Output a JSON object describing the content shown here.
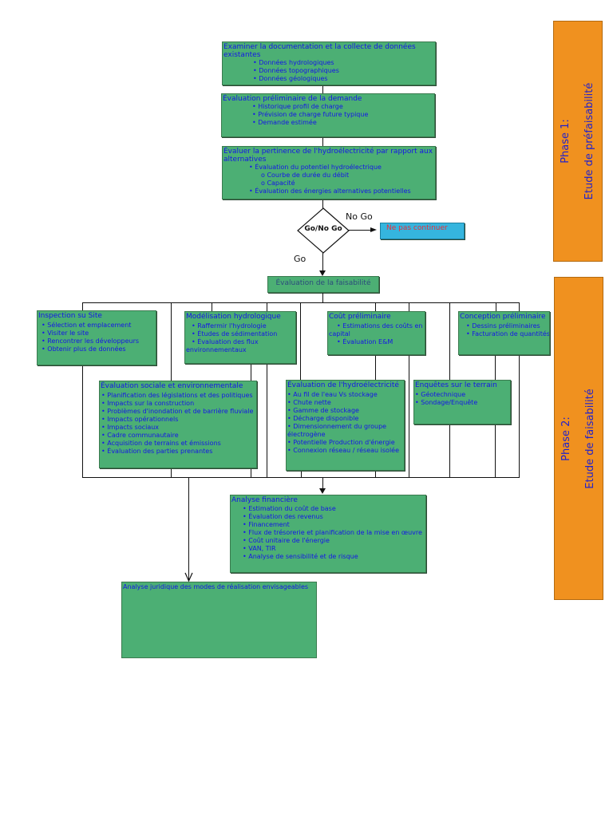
{
  "colors": {
    "box_fill": "#4caf74",
    "box_text": "#1515e8",
    "phase_fill": "#f0911f",
    "phase_text": "#2222cc",
    "stop_fill": "#35b5de",
    "stop_text": "#e8303a"
  },
  "phase1": {
    "line1": "Phase 1:",
    "line2": "Etude de préfaisabilité"
  },
  "phase2": {
    "line1": "Phase 2:",
    "line2": "Etude de faisabilité"
  },
  "step1": {
    "title": "Examiner la documentation et la collecte de données existantes",
    "items": [
      "Données hydrologiques",
      "Données topographiques",
      "Données géologiques"
    ]
  },
  "step2": {
    "title": "Évaluation préliminaire de la demande",
    "items": [
      "Historique profil de charge",
      "Prévision de charge future typique",
      "Demande estimée"
    ]
  },
  "step3": {
    "title": "Évaluer la pertinence de l'hydroélectricité par rapport aux alternatives",
    "items": [
      "Évaluation du potentiel hydroélectrique",
      "Courbe de durée du débit",
      "Capacité",
      "Évaluation des énergies alternatives potentielles"
    ]
  },
  "decision": {
    "label": "Go/No Go",
    "no_go_label": "No Go",
    "go_label": "Go",
    "stop_label": "Ne pas continuer"
  },
  "feasibility": {
    "title": "Évaluation de la faisabilité"
  },
  "inspection": {
    "title": "Inspection su Site",
    "items": [
      "Sélection et emplacement",
      "Visiter le site",
      "Rencontrer les développeurs",
      "Obtenir plus de données"
    ]
  },
  "hydro_model": {
    "title": "Modélisation hydrologique",
    "items": [
      "Raffermir l'hydrologie",
      "Études de sédimentation",
      "Évaluation des flux"
    ],
    "tail": "environnementaux"
  },
  "cost": {
    "title": "Coût préliminaire",
    "items": [
      "Estimations des coûts en",
      "Évaluation E&M"
    ],
    "wrap": "capital"
  },
  "design": {
    "title": "Conception préliminaire",
    "items": [
      "Dessins préliminaires",
      "Facturation de quantités"
    ]
  },
  "social": {
    "title": "Évaluation sociale et environnementale",
    "items": [
      "Planification des législations et des politiques",
      "Impacts sur la construction",
      "Problèmes d'inondation et de barrière fluviale",
      "Impacts opérationnels",
      "Impacts sociaux",
      "Cadre communautaire",
      "Acquisition de terrains et émissions",
      "Évaluation des parties prenantes"
    ]
  },
  "hydro_eval": {
    "title": "Évaluation de l'hydroélectricité",
    "items": [
      "Au fil de l'eau Vs stockage",
      "Chute nette",
      "Gamme de stockage",
      "Décharge disponible",
      "Dimensionnement du groupe",
      "Potentielle Production d'énergie",
      "Connexion réseau / réseau isolée"
    ],
    "wrap": "électrogène"
  },
  "survey": {
    "title": "Enquêtes sur le terrain",
    "items": [
      "Géotechnique",
      "Sondage/Enquête"
    ]
  },
  "finance": {
    "title": "Analyse financière",
    "items": [
      "Estimation du coût de base",
      "Évaluation des revenus",
      "Financement",
      "Flux de trésorerie et planification de la mise en œuvre",
      "Coût unitaire de l'énergie",
      "VAN, TIR",
      "Analyse de sensibilité et de risque"
    ]
  },
  "legal": {
    "title": "Analyse juridique des modes de réalisation envisageables"
  }
}
